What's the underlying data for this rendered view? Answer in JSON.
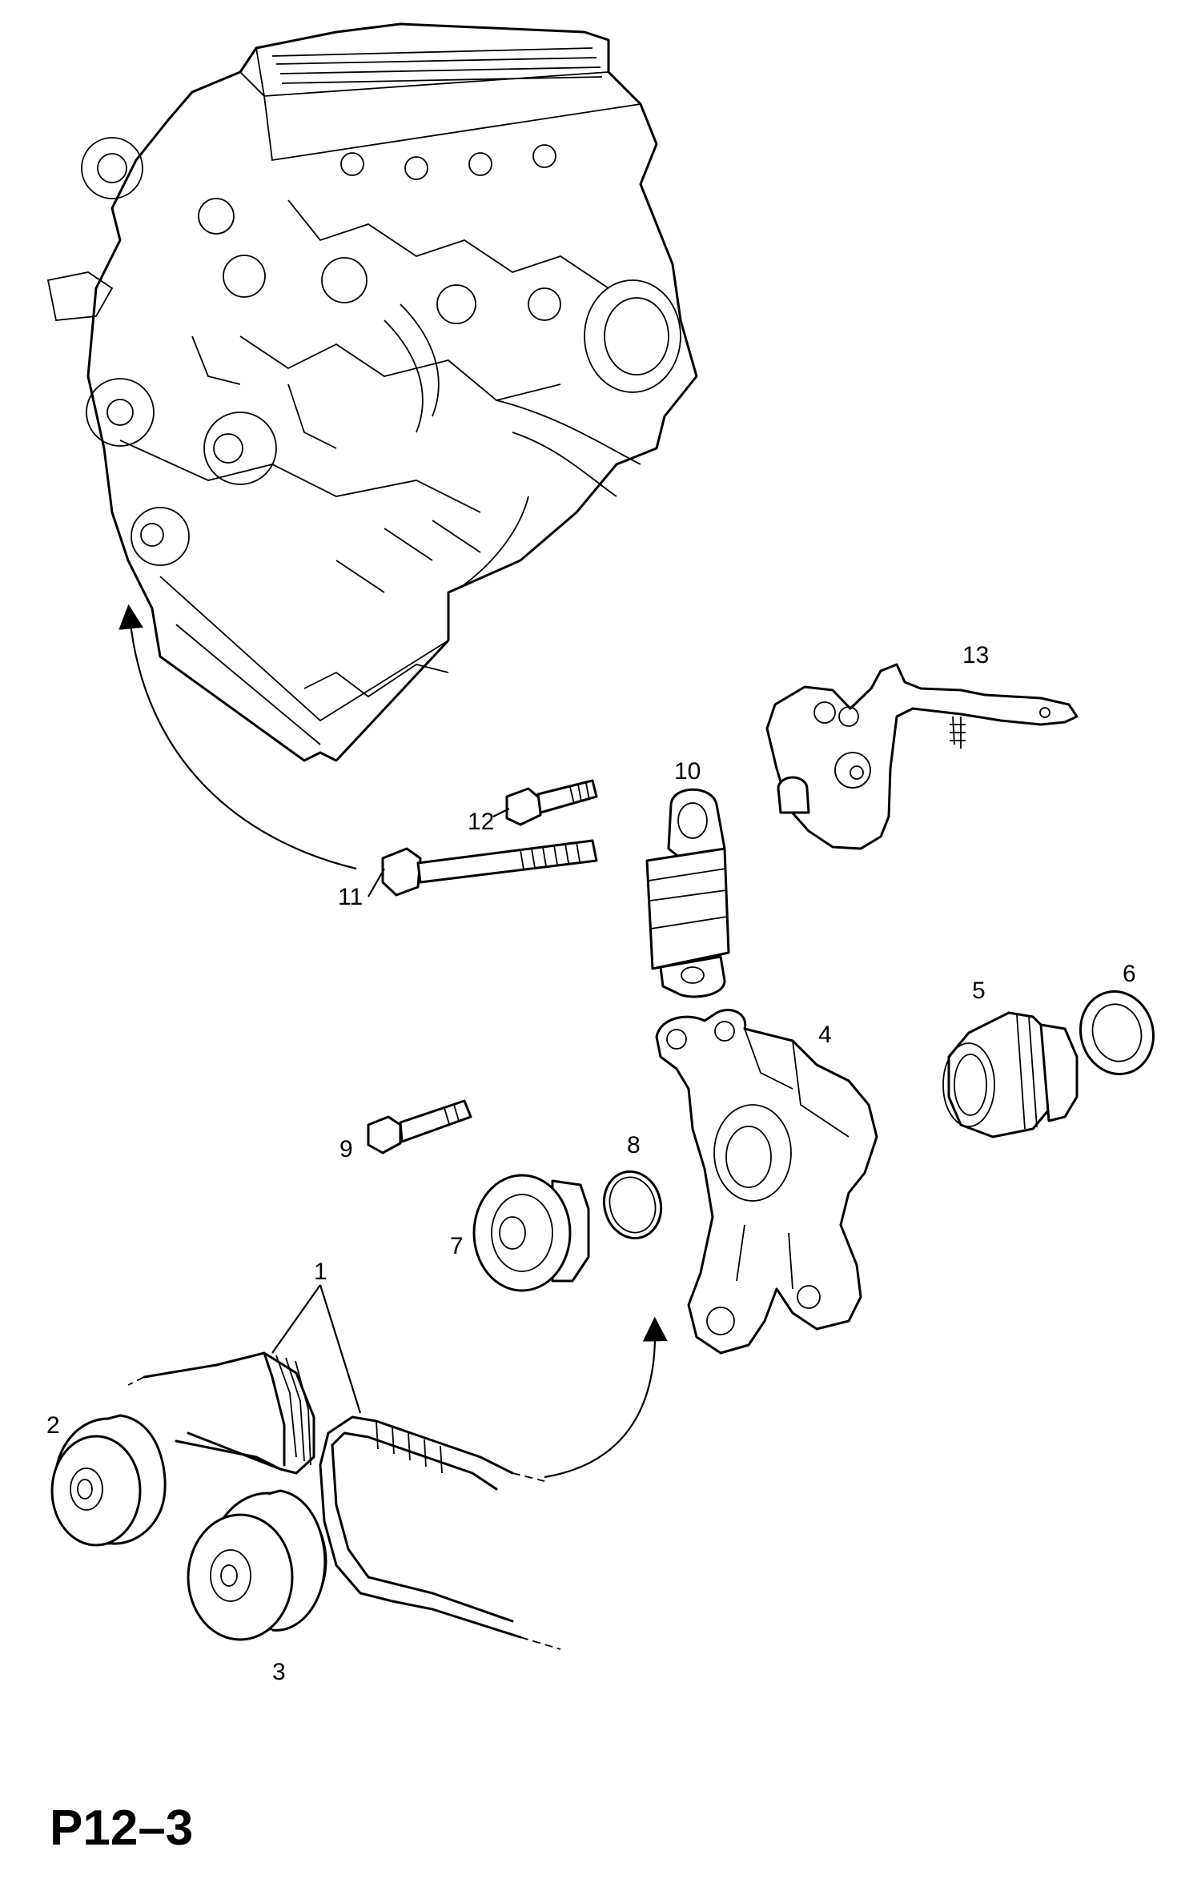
{
  "diagram": {
    "page_code": "P12–3",
    "callouts": [
      "1",
      "2",
      "3",
      "4",
      "5",
      "6",
      "7",
      "8",
      "9",
      "10",
      "11",
      "12",
      "13"
    ]
  }
}
